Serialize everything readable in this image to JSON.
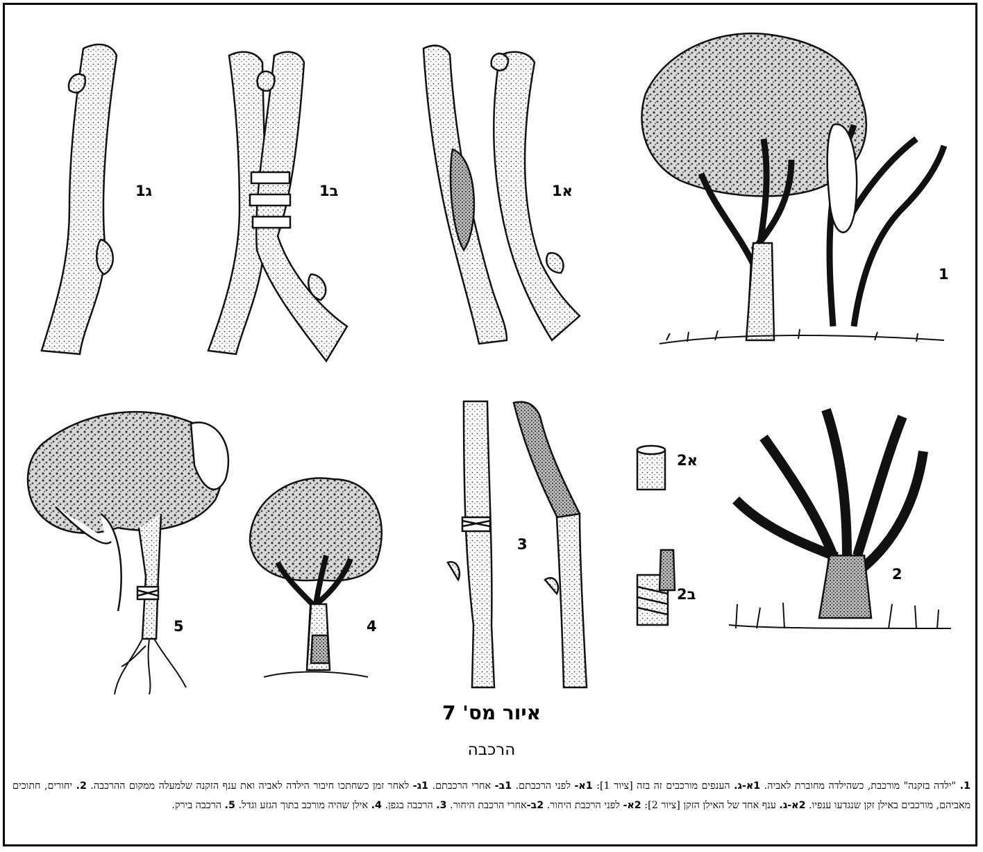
{
  "labels": {
    "g1": "ג1",
    "b1": "ב1",
    "a1": "א1",
    "n1": "1",
    "a2": "א2",
    "b2": "ב2",
    "n2": "2",
    "n3": "3",
    "n4": "4",
    "n5": "5"
  },
  "title": "איור מס' 7",
  "subtitle": "הרכבה",
  "caption": [
    {
      "b": "1.",
      "t": " \"ילדה בזקנה\" מורכבת, כשהילדה מחוברת לאביה.  "
    },
    {
      "b": "1א-ג.",
      "t": " הענפים מורכבים זה בזה [ציור 1]: "
    },
    {
      "b": "1א-",
      "t": " לפני הרכבתם. "
    },
    {
      "b": "1ב-",
      "t": " אחרי הרכבתם. "
    },
    {
      "b": "1ג-",
      "t": " לאחר זמן כשחתכו חיבור הילדה לאביה ואת ענף הזקנה שלמעלה ממקום ההרכבה.  "
    },
    {
      "b": "2.",
      "t": " יחורים, חתוכים מאביהם, מורכבים באילן זקן שנגדעו ענפיו.  "
    },
    {
      "b": "2א-ג.",
      "t": " ענף אחד של האילן הזקן [ציור 2]: "
    },
    {
      "b": "2א-",
      "t": " לפני הרכבת היחור. "
    },
    {
      "b": "2ב-",
      "t": "אחרי הרכבת היחור.  "
    },
    {
      "b": "3.",
      "t": " הרכבה בגפן.  "
    },
    {
      "b": "4.",
      "t": " אילן שהיה מורכב בתוך הגזע וגדל.  "
    },
    {
      "b": "5.",
      "t": " הרכבה בירק."
    }
  ]
}
